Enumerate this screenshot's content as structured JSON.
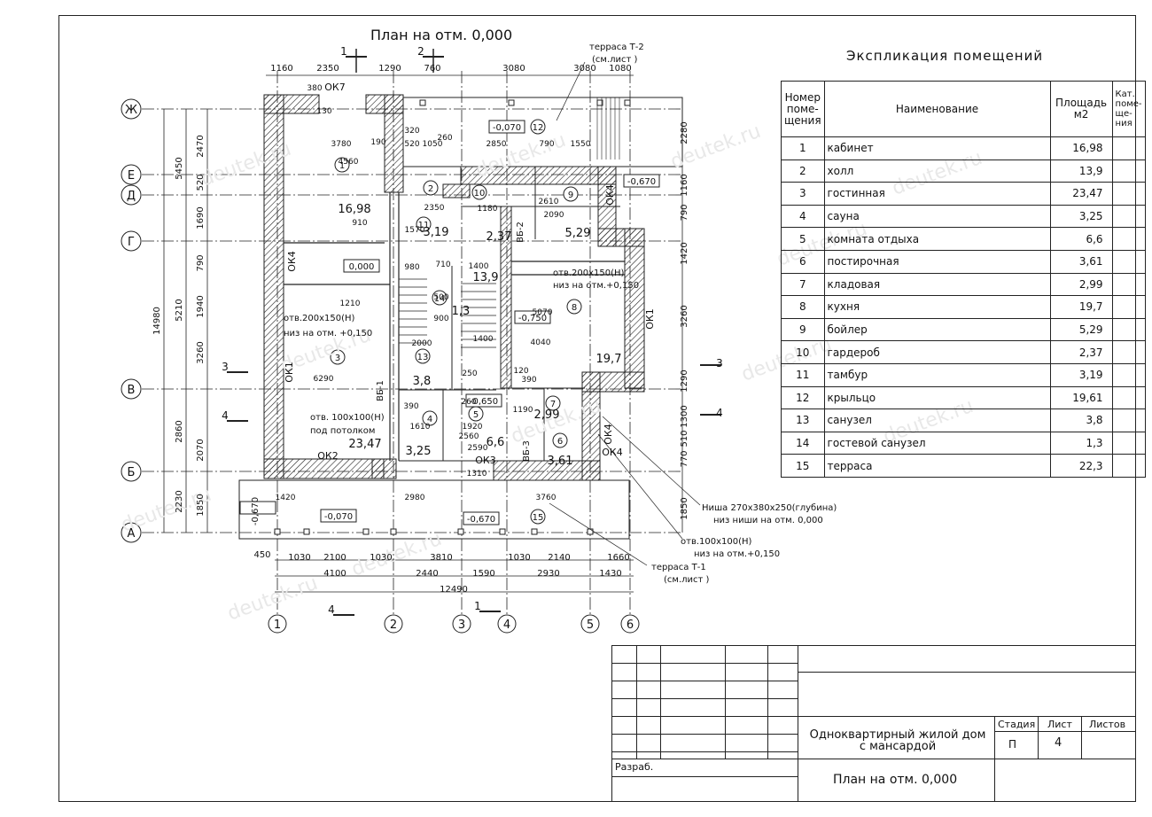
{
  "plan_title": "План на отм. 0,000",
  "explication": {
    "title": "Экспликация помещений",
    "headers": {
      "num": "Номер поме-щения",
      "name": "Наименование",
      "area": "Площадь м2",
      "cat": "Кат. поме-ще-ния"
    },
    "rows": [
      {
        "num": "1",
        "name": "кабинет",
        "area": "16,98"
      },
      {
        "num": "2",
        "name": "холл",
        "area": "13,9"
      },
      {
        "num": "3",
        "name": "гостинная",
        "area": "23,47"
      },
      {
        "num": "4",
        "name": "сауна",
        "area": "3,25"
      },
      {
        "num": "5",
        "name": "комната отдыха",
        "area": "6,6"
      },
      {
        "num": "6",
        "name": "постирочная",
        "area": "3,61"
      },
      {
        "num": "7",
        "name": "кладовая",
        "area": "2,99"
      },
      {
        "num": "8",
        "name": "кухня",
        "area": "19,7"
      },
      {
        "num": "9",
        "name": "бойлер",
        "area": "5,29"
      },
      {
        "num": "10",
        "name": "гардероб",
        "area": "2,37"
      },
      {
        "num": "11",
        "name": "тамбур",
        "area": "3,19"
      },
      {
        "num": "12",
        "name": "крыльцо",
        "area": "19,61"
      },
      {
        "num": "13",
        "name": "санузел",
        "area": "3,8"
      },
      {
        "num": "14",
        "name": "гостевой санузел",
        "area": "1,3"
      },
      {
        "num": "15",
        "name": "терраса",
        "area": "22,3"
      }
    ]
  },
  "title_block": {
    "project": "Одноквартирный жилой дом",
    "project2": "с мансардой",
    "sheet_title": "План на отм. 0,000",
    "stage_label": "Стадия",
    "sheet_label": "Лист",
    "sheets_label": "Листов",
    "stage": "П",
    "sheet": "4",
    "developed": "Разраб."
  },
  "watermark": "deutek.ru",
  "axes": {
    "vertical": [
      "1",
      "2",
      "3",
      "4",
      "5",
      "6"
    ],
    "horizontal": [
      "Ж",
      "Е",
      "Д",
      "Г",
      "В",
      "Б",
      "А"
    ]
  },
  "dims": {
    "top_row": [
      "1160",
      "2350",
      "1290",
      "760",
      "3080",
      "3080",
      "1080"
    ],
    "bottom_row1": [
      "1030",
      "2100",
      "1030",
      "3810",
      "1030",
      "2140",
      "1660"
    ],
    "bottom_row2": [
      "4100",
      "2440",
      "1590",
      "2930",
      "1430"
    ],
    "bottom_total": "12490",
    "bottom_left": "450",
    "left_outer": "14980",
    "left_mid": [
      "5450",
      "5210",
      "2860",
      "2230"
    ],
    "left_inner": [
      "2470",
      "520",
      "1690",
      "790",
      "1940",
      "3260",
      "2070",
      "1850"
    ],
    "right_dims": [
      "2280",
      "1160",
      "790",
      "1420",
      "3260",
      "1290",
      "1300",
      "510",
      "770",
      "1850"
    ],
    "inner": [
      "3780",
      "4560",
      "380",
      "130",
      "190",
      "320",
      "520",
      "1050",
      "260",
      "2850",
      "790",
      "1550",
      "2610",
      "2090",
      "910",
      "1570",
      "2350",
      "1180",
      "980",
      "710",
      "1400",
      "1210",
      "6290",
      "2000",
      "1610",
      "1920",
      "2590",
      "1310",
      "2980",
      "3760",
      "1420",
      "5070",
      "4040",
      "120",
      "1190",
      "390",
      "390",
      "1400",
      "500",
      "900",
      "250",
      "260",
      "2560"
    ]
  },
  "labels": {
    "terrace_t2": "терраса Т-2",
    "terrace_t2_ref": "(см.лист )",
    "terrace_t1": "терраса Т-1",
    "terrace_t1_ref": "(см.лист )",
    "niche": "Ниша 270х380х250(глубина)",
    "niche2": "низ ниши на отм. 0,000",
    "otv1": "отв.100х100(Н)",
    "otv1b": "низ на отм.+0,150",
    "otv2": "отв.200х150(Н)",
    "otv2b": "низ на отм. +0,150",
    "otv3": "отв.200х150(Н)",
    "otv3b": "низ на отм.+0,150",
    "otv4": "отв. 100х100(Н)",
    "otv4b": "под потолком",
    "win": [
      "ОК7",
      "ОК4",
      "ОК1",
      "ОК2",
      "ОК3",
      "ОК4",
      "ОК1",
      "ОК4",
      "ОК4"
    ],
    "vb": [
      "ВБ-1",
      "ВБ-2",
      "ВБ-3"
    ],
    "levels": [
      "-0,070",
      "-0,670",
      "0,000",
      "-0,750",
      "-0,650",
      "-0,070",
      "-0,670",
      "-0,670"
    ],
    "room_areas": [
      "16,98",
      "13,9",
      "23,47",
      "3,25",
      "6,6",
      "3,61",
      "2,99",
      "19,7",
      "5,29",
      "2,37",
      "3,19",
      "3,8",
      "1,3"
    ],
    "sections": [
      "1",
      "2",
      "3",
      "4"
    ]
  }
}
